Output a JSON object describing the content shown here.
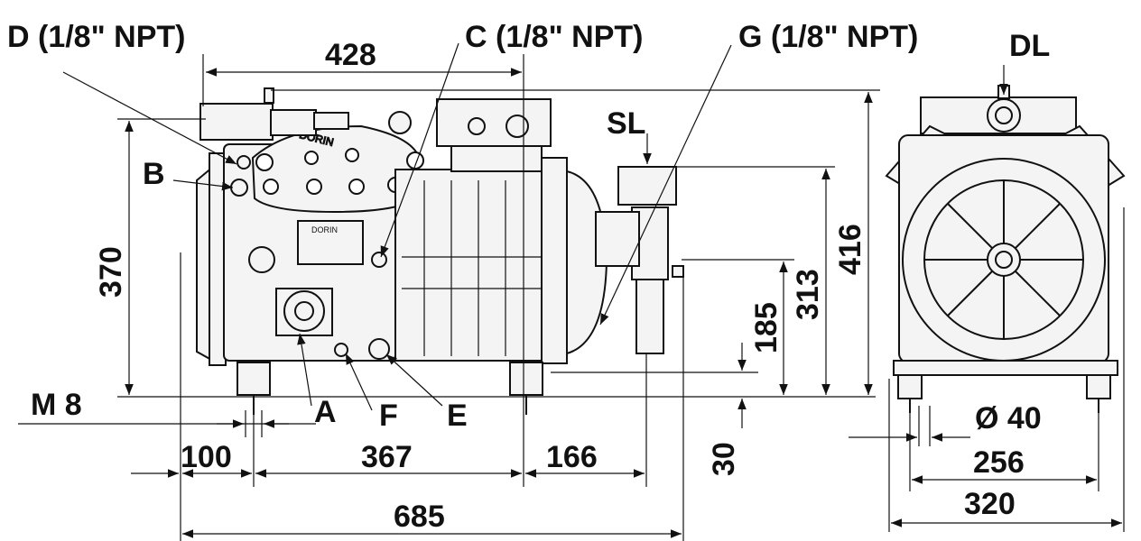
{
  "labels": {
    "d_port": "D (1/8\" NPT)",
    "c_port": "C (1/8\" NPT)",
    "g_port": "G (1/8\" NPT)",
    "dl": "DL",
    "sl": "SL",
    "b": "B",
    "a": "A",
    "f": "F",
    "e": "E",
    "m8": "M  8",
    "brand": "DORIN"
  },
  "dimensions": {
    "d428": "428",
    "d370": "370",
    "d416": "416",
    "d313": "313",
    "d185": "185",
    "d30": "30",
    "d100": "100",
    "d367": "367",
    "d166": "166",
    "d685": "685",
    "d40": "Ø  40",
    "d256": "256",
    "d320": "320"
  }
}
